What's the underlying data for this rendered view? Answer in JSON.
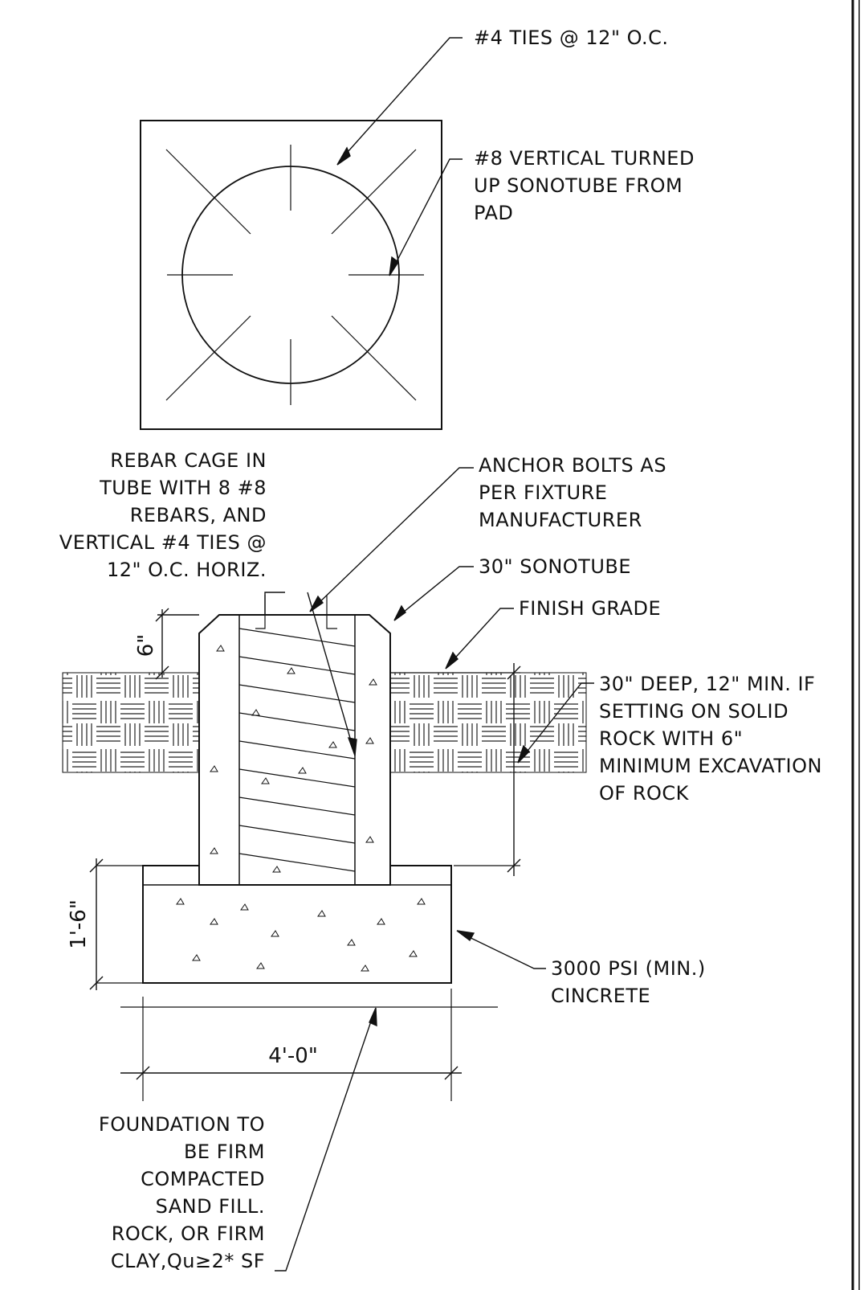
{
  "labels": {
    "ties_plan": "#4 TIES @ 12\" O.C.",
    "vertical_bars": [
      "#8 VERTICAL TURNED",
      "UP SONOTUBE FROM",
      "PAD"
    ],
    "rebar_cage": [
      "REBAR CAGE IN",
      "TUBE WITH 8 #8",
      "REBARS, AND",
      "VERTICAL #4 TIES @",
      "12\" O.C. HORIZ."
    ],
    "anchor_bolts": [
      "ANCHOR BOLTS AS",
      "PER FIXTURE",
      "MANUFACTURER"
    ],
    "sonotube": "30\" SONOTUBE",
    "finish_grade": "FINISH GRADE",
    "embed_depth": [
      "30\" DEEP, 12\" MIN. IF",
      "SETTING ON SOLID",
      "ROCK WITH 6\"",
      "MINIMUM EXCAVATION",
      "OF ROCK"
    ],
    "concrete": [
      "3000 PSI (MIN.)",
      "CINCRETE"
    ],
    "foundation": [
      "FOUNDATION TO",
      "BE FIRM",
      "COMPACTED",
      "SAND FILL.",
      "ROCK, OR FIRM",
      "CLAY,Qu≥2* SF"
    ]
  },
  "dimensions": {
    "projection": "6\"",
    "footing_depth": "1'-6\"",
    "footing_width": "4'-0\""
  },
  "colors": {
    "ink": "#111111",
    "paper": "#ffffff"
  }
}
